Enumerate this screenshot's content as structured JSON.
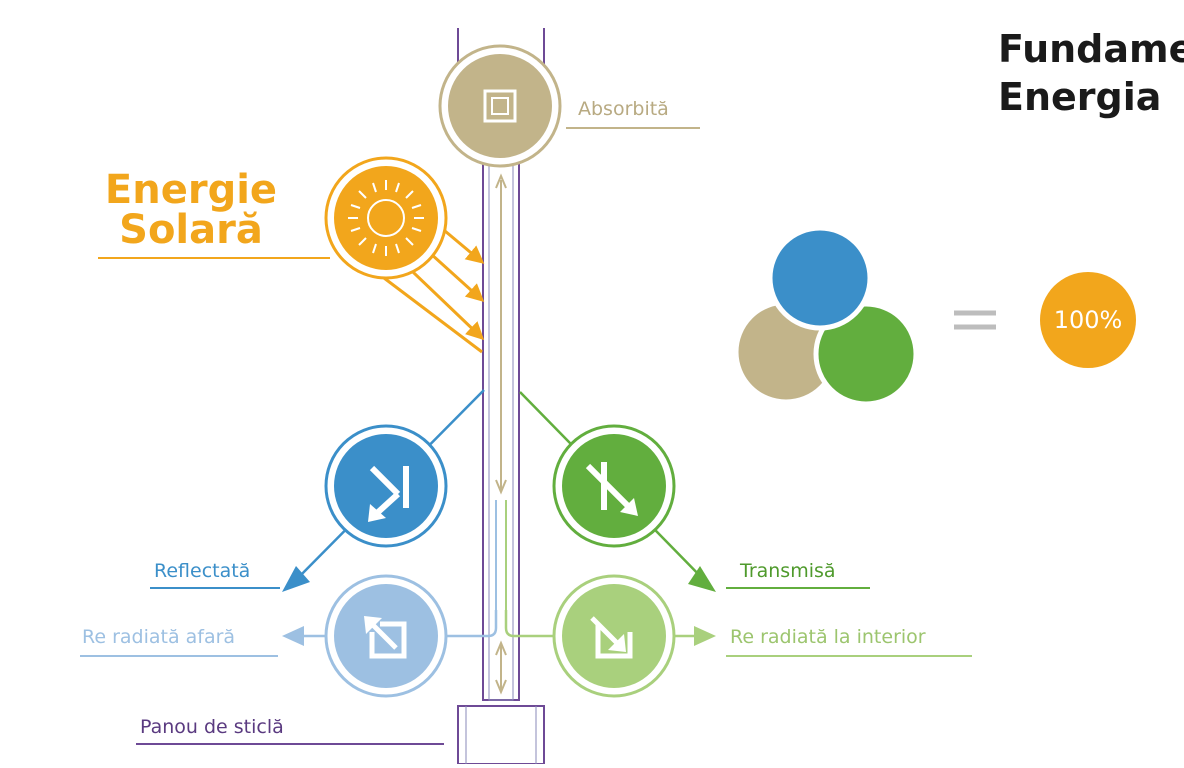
{
  "title": {
    "line1": "Fundame",
    "line2": "Energia"
  },
  "solar": {
    "line1": "Energie",
    "line2": "Solară"
  },
  "labels": {
    "absorbed": "Absorbită",
    "reflected": "Reflectată",
    "transmitted": "Transmisă",
    "reradiated_out": "Re radiată afară",
    "reradiated_in": "Re radiată la interior",
    "glass_panel": "Panou de sticlă"
  },
  "equation": {
    "equals": "=",
    "total": "100%"
  },
  "colors": {
    "solar": "#f2a61c",
    "absorbed": "#c2b48a",
    "reflected": "#3b8fc9",
    "transmitted": "#62ae3e",
    "reradiated_out": "#9dc0e2",
    "reradiated_in": "#a9d07d",
    "glass": "#6e4a96"
  },
  "icons": {
    "absorbed": "square-in-square-icon",
    "solar": "sun-icon",
    "reflected": "reflect-arrow-icon",
    "transmitted": "transmit-arrow-icon",
    "reradiated_out": "reradiate-out-icon",
    "reradiated_in": "reradiate-in-icon"
  }
}
